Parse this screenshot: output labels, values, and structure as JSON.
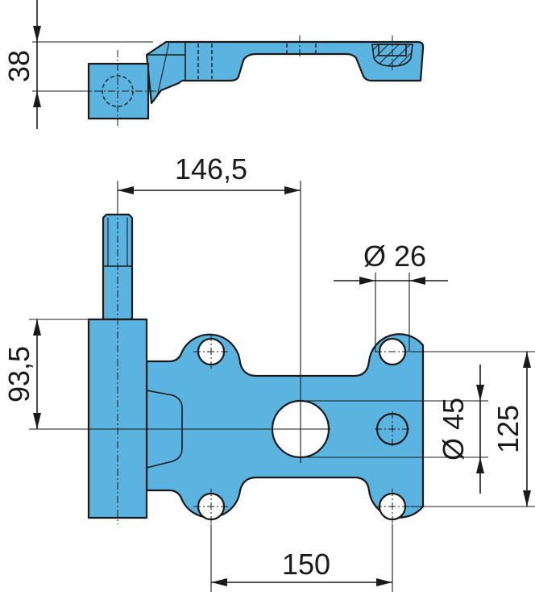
{
  "dimensions": {
    "side_height": "38",
    "pin_offset": "146,5",
    "small_hole_dia": "Ø 26",
    "pin_height": "93,5",
    "center_hole_dia": "Ø 45",
    "hole_spacing_vertical": "125",
    "hole_spacing_horizontal": "150"
  },
  "colors": {
    "part_fill": "#5bb3df",
    "outline": "#1a1a1a",
    "background": "#ffffff"
  }
}
